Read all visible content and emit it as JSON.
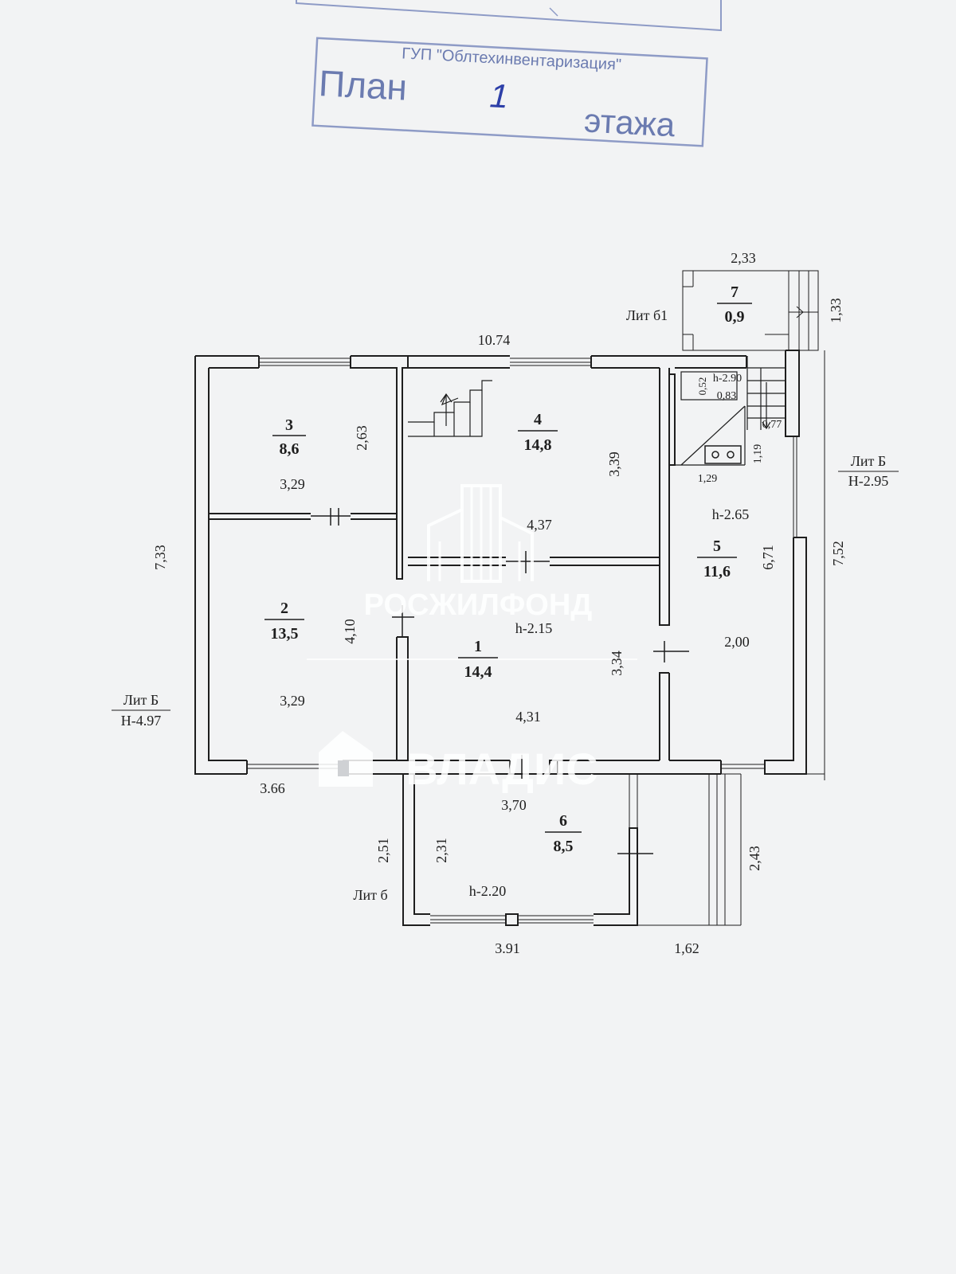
{
  "stamp": {
    "org": "ГУП \"Облтехинвентаризация\"",
    "plan_word": "План",
    "floor": "1",
    "floor_word": "этажа"
  },
  "watermarks": {
    "top": "РОСЖИЛФОНД",
    "bottom": "ВЛАДИС"
  },
  "rooms": [
    {
      "id": "1",
      "num": "1",
      "area": "14,4"
    },
    {
      "id": "2",
      "num": "2",
      "area": "13,5"
    },
    {
      "id": "3",
      "num": "3",
      "area": "8,6"
    },
    {
      "id": "4",
      "num": "4",
      "area": "14,8"
    },
    {
      "id": "5",
      "num": "5",
      "area": "11,6"
    },
    {
      "id": "6",
      "num": "6",
      "area": "8,5"
    },
    {
      "id": "7",
      "num": "7",
      "area": "0,9"
    }
  ],
  "dimensions": {
    "top_total": "10.74",
    "porch_width": "2,33",
    "porch_height": "1,33",
    "left_total": "7,33",
    "right_total": "7,52",
    "room3_width": "3,29",
    "room3_height": "2,63",
    "room2_width": "3,29",
    "room2_height": "4,10",
    "room4_width": "4,37",
    "room4_height": "3,39",
    "room1_width": "4,31",
    "room1_height": "3,34",
    "room5_height": "6,71",
    "room5_width": "2,00",
    "bottom_left": "3.66",
    "veranda_top": "3,70",
    "veranda_left_outer": "2,51",
    "veranda_left_inner": "2,31",
    "veranda_bottom": "3.91",
    "step_width": "1,62",
    "step_height": "2,43",
    "stair_a": "0,52",
    "stair_b": "0,83",
    "stair_c": "0,77",
    "stove_a": "1,19",
    "stove_b": "1,29"
  },
  "heights": {
    "room1": "h-2.15",
    "room5": "h-2.65",
    "room6": "h-2.20",
    "stair": "h-2.90"
  },
  "letters": {
    "lit_b1": "Лит б1",
    "lit_b_right": "Лит Б",
    "h_right": "Н-2.95",
    "lit_b_left": "Лит Б",
    "h_left": "Н-4.97",
    "lit_b_small": "Лит б"
  }
}
